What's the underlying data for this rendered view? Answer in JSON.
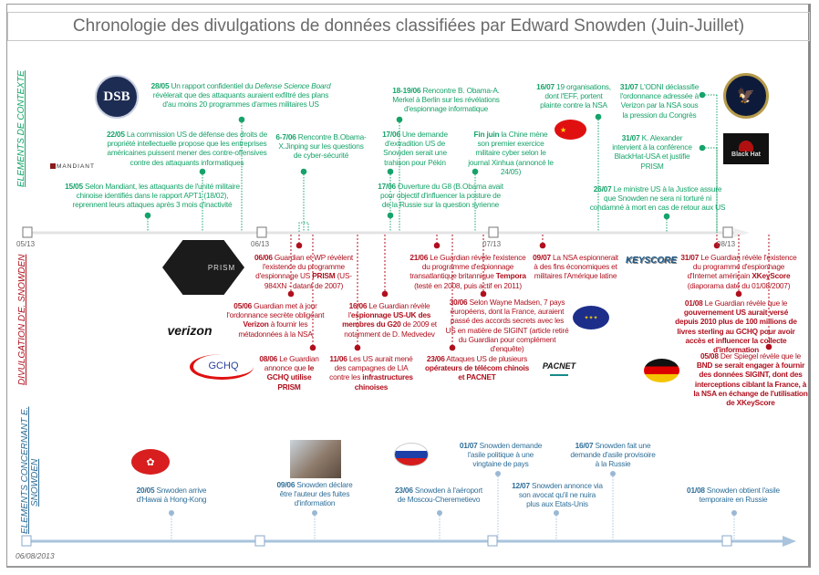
{
  "title": "Chronologie des divulgations de données classifiées par Edward Snowden (Juin-Juillet)",
  "sections": {
    "context": "ELEMENTS DE CONTEXTE",
    "divulgation": "DIVULGATION D'E. SNOWDEN",
    "snowden_line1": "ELEMENTS CONCERNANT E.",
    "snowden_line2": "SNOWDEN"
  },
  "axis_labels": [
    "05/13",
    "06/13",
    "07/13",
    "08/13"
  ],
  "footer_date": "06/08/2013",
  "colors": {
    "context": "#16a36a",
    "divulgation": "#b0101e",
    "snowden": "#2f6f99",
    "axis": "#a9c4dc"
  },
  "logos": {
    "dsb": "DSB",
    "mandiant": "MANDIANT",
    "prism": "PRISM",
    "verizon": "verizon",
    "gchq": "GCHQ",
    "keyscore": "KEYSCORE",
    "pacnet": "PACNET",
    "blackhat": "Black Hat"
  },
  "context_events": [
    {
      "date": "28/05",
      "segments": [
        {
          "t": " Un rapport confidentiel du "
        },
        {
          "t": "Defense Science Board",
          "i": true
        },
        {
          "t": " révèlerait que des attaquants auraient exfiltré des plans d'au moins 20 programmes d'armes militaires US"
        }
      ]
    },
    {
      "date": "22/05",
      "segments": [
        {
          "t": " La commission US de défense des droits de propriété intellectuelle propose que les entreprises américaines puissent mener des contre-offensives contre des attaquants informatiques"
        }
      ]
    },
    {
      "date": "15/05",
      "segments": [
        {
          "t": " Selon Mandiant, les attaquants de l'unité militaire chinoise identifiés dans le rapport APT1 (18/02), reprennent leurs attaques après 3 mois d'inactivité"
        }
      ]
    },
    {
      "date": "6-7/06",
      "segments": [
        {
          "t": " Rencontre B.Obama-X.Jinping sur les questions de cyber-sécurité"
        }
      ]
    },
    {
      "date": "18-19/06",
      "segments": [
        {
          "t": " Rencontre B. Obama-A. Merkel à Berlin sur les révélations d'espionnage informatique"
        }
      ]
    },
    {
      "date": "17/06",
      "segments": [
        {
          "t": " Une demande d'extradition US de Snowden serait une trahison pour Pékin"
        }
      ]
    },
    {
      "date": "17/06",
      "segments": [
        {
          "t": " Ouverture du G8 (B.Obama avait pour objectif d'influencer la posture de de la Russie sur la question syrienne"
        }
      ]
    },
    {
      "date": "Fin juin",
      "segments": [
        {
          "t": " la Chine mène son premier exercice militaire cyber selon le journal Xinhua (annoncé le 24/05)"
        }
      ]
    },
    {
      "date": "16/07",
      "segments": [
        {
          "t": " 19 organisations, dont l'EFF, portent plainte contre la NSA"
        }
      ]
    },
    {
      "date": "31/07",
      "segments": [
        {
          "t": " L'ODNI déclassifie l'ordonnance adressée à Verizon par la NSA sous la pression du Congrès"
        }
      ]
    },
    {
      "date": "31/07",
      "segments": [
        {
          "t": " K. Alexander intervient à la conférence BlackHat-USA et justifie PRISM"
        }
      ]
    },
    {
      "date": "26/07",
      "segments": [
        {
          "t": " Le ministre US à la Justice assure que Snowden ne sera ni torturé ni condamné à mort en cas de retour aux US"
        }
      ]
    }
  ],
  "divulgation_events": [
    {
      "date": "06/06",
      "segments": [
        {
          "t": " Guardian et WP révèlent l'existence du programme d'espionnage US "
        },
        {
          "t": "PRISM",
          "b": true
        },
        {
          "t": " (US-984XN - datant de 2007)"
        }
      ]
    },
    {
      "date": "05/06",
      "segments": [
        {
          "t": " Guardian met à jour l'ordonnance secrète obligeant "
        },
        {
          "t": "Verizon",
          "b": true
        },
        {
          "t": " à fournir les métadonnées à la NSA"
        }
      ]
    },
    {
      "date": "08/06",
      "segments": [
        {
          "t": " Le Guardian annonce que "
        },
        {
          "t": "le GCHQ utilise PRISM",
          "b": true
        }
      ]
    },
    {
      "date": "16/06",
      "segments": [
        {
          "t": " Le Guardian révèle l'"
        },
        {
          "t": "espionnage US-UK des membres du G20",
          "b": true
        },
        {
          "t": " de 2009 et notamment de D. Medvedev"
        }
      ]
    },
    {
      "date": "11/06",
      "segments": [
        {
          "t": " Les US aurait mené des campagnes de LIA contre les "
        },
        {
          "t": "infrastructures chinoises",
          "b": true
        }
      ]
    },
    {
      "date": "21/06",
      "segments": [
        {
          "t": " Le Guardian révèle l'existence du programme d'espionnage transatlantique britannique "
        },
        {
          "t": "Tempora",
          "b": true
        },
        {
          "t": " (testé en 2008, puis actif en 2011)"
        }
      ]
    },
    {
      "date": "30/06",
      "segments": [
        {
          "t": " Selon Wayne Madsen, 7 pays européens, dont la France, auraient passé des accords secrets avec les US en matière de SIGINT (article retiré du Guardian pour complément d'enquête)"
        }
      ]
    },
    {
      "date": "23/06",
      "segments": [
        {
          "t": " Attaques US de plusieurs "
        },
        {
          "t": "opérateurs de télécom chinois et PACNET",
          "b": true
        }
      ]
    },
    {
      "date": "09/07",
      "segments": [
        {
          "t": " La NSA espionnerait à des fins économiques et militaires l'Amérique latine"
        }
      ]
    },
    {
      "date": "31/07",
      "segments": [
        {
          "t": " Le Guardian révèle l'existence du programme d'espionnage d'Internet américain "
        },
        {
          "t": "XKeyScore",
          "b": true
        },
        {
          "t": " (diaporama daté du 01/08/2007)"
        }
      ]
    },
    {
      "date": "01/08",
      "segments": [
        {
          "t": " Le Guardian révèle que le "
        },
        {
          "t": "gouvernement US aurait versé depuis 2010 plus de 100 millions de livres sterling au GCHQ  pour avoir accès et influencer la collecte d'information",
          "b": true
        }
      ]
    },
    {
      "date": "05/08",
      "segments": [
        {
          "t": " Der Spiegel révèle que le "
        },
        {
          "t": "BND se serait engager à fournir des données SIGINT, dont des interceptions ciblant la France, à la NSA en échange de l'utilisation de XKeyScore",
          "b": true
        }
      ]
    }
  ],
  "snowden_events": [
    {
      "date": "20/05",
      "segments": [
        {
          "t": " Snwoden arrive d'Hawai à Hong-Kong"
        }
      ]
    },
    {
      "date": "09/06",
      "segments": [
        {
          "t": " Snowden déclare être l'auteur des fuites d'information"
        }
      ]
    },
    {
      "date": "23/06",
      "segments": [
        {
          "t": " Snowden à l'aéroport de Moscou-Cheremetievo"
        }
      ]
    },
    {
      "date": "01/07",
      "segments": [
        {
          "t": " Snowden demande l'asile politique à une vingtaine de pays"
        }
      ]
    },
    {
      "date": "12/07",
      "segments": [
        {
          "t": " Snowden annonce via son avocat qu'il ne nuira plus aux Etats-Unis"
        }
      ]
    },
    {
      "date": "16/07",
      "segments": [
        {
          "t": " Snowden fait une demande d'asile provisoire à la Russie"
        }
      ]
    },
    {
      "date": "01/08",
      "segments": [
        {
          "t": " Snowden obtient l'asile temporaire en Russie"
        }
      ]
    }
  ]
}
